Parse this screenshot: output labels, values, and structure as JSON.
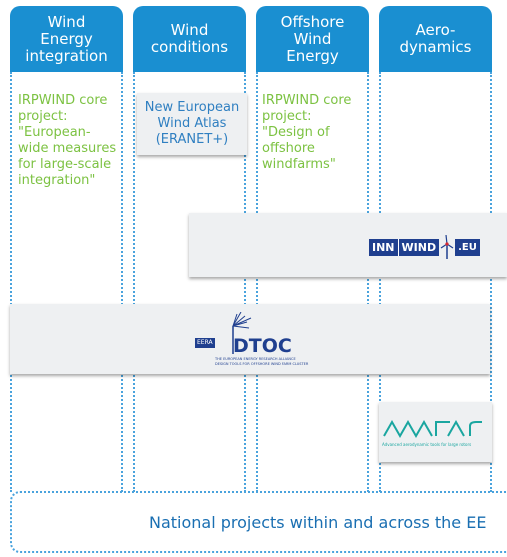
{
  "columns": [
    {
      "title": "Wind\nEnergy\nintegration"
    },
    {
      "title": "Wind\nconditions"
    },
    {
      "title": "Offshore\nWind\nEnergy"
    },
    {
      "title": "Aero-\ndynamics"
    }
  ],
  "core_projects": [
    {
      "text": "IRPWIND core\nproject:\n\"European-\nwide measures\nfor large-scale\nintegration\""
    },
    {
      "text": "IRPWIND core\nproject:\n\"Design of\noffshore\nwindfarms\""
    }
  ],
  "wind_atlas": {
    "text": "New European\nWind Atlas\n(ERANET+)"
  },
  "logos": {
    "innwind": {
      "text_left": "INN",
      "text_mid": "WIND",
      "text_right": ".EU"
    },
    "dtoc": {
      "eera": "EERA",
      "name": "DTOC",
      "tagline_1": "THE EUROPEAN ENERGY RESEARCH ALLIANCE",
      "tagline_2": "DESIGN TOOLS FOR OFFSHORE WIND FARM CLUSTER"
    },
    "avatar": {
      "name": "AVATAR",
      "tagline": "Advanced aerodynamic tools for large rotors"
    }
  },
  "national": {
    "text": "National projects within and across the EE"
  },
  "colors": {
    "header_blue": "#1a8fd1",
    "core_green": "#7cc242",
    "dotted_blue": "#4aa3dd",
    "text_blue": "#1a6fb2",
    "avatar_teal": "#1aa6a0"
  }
}
